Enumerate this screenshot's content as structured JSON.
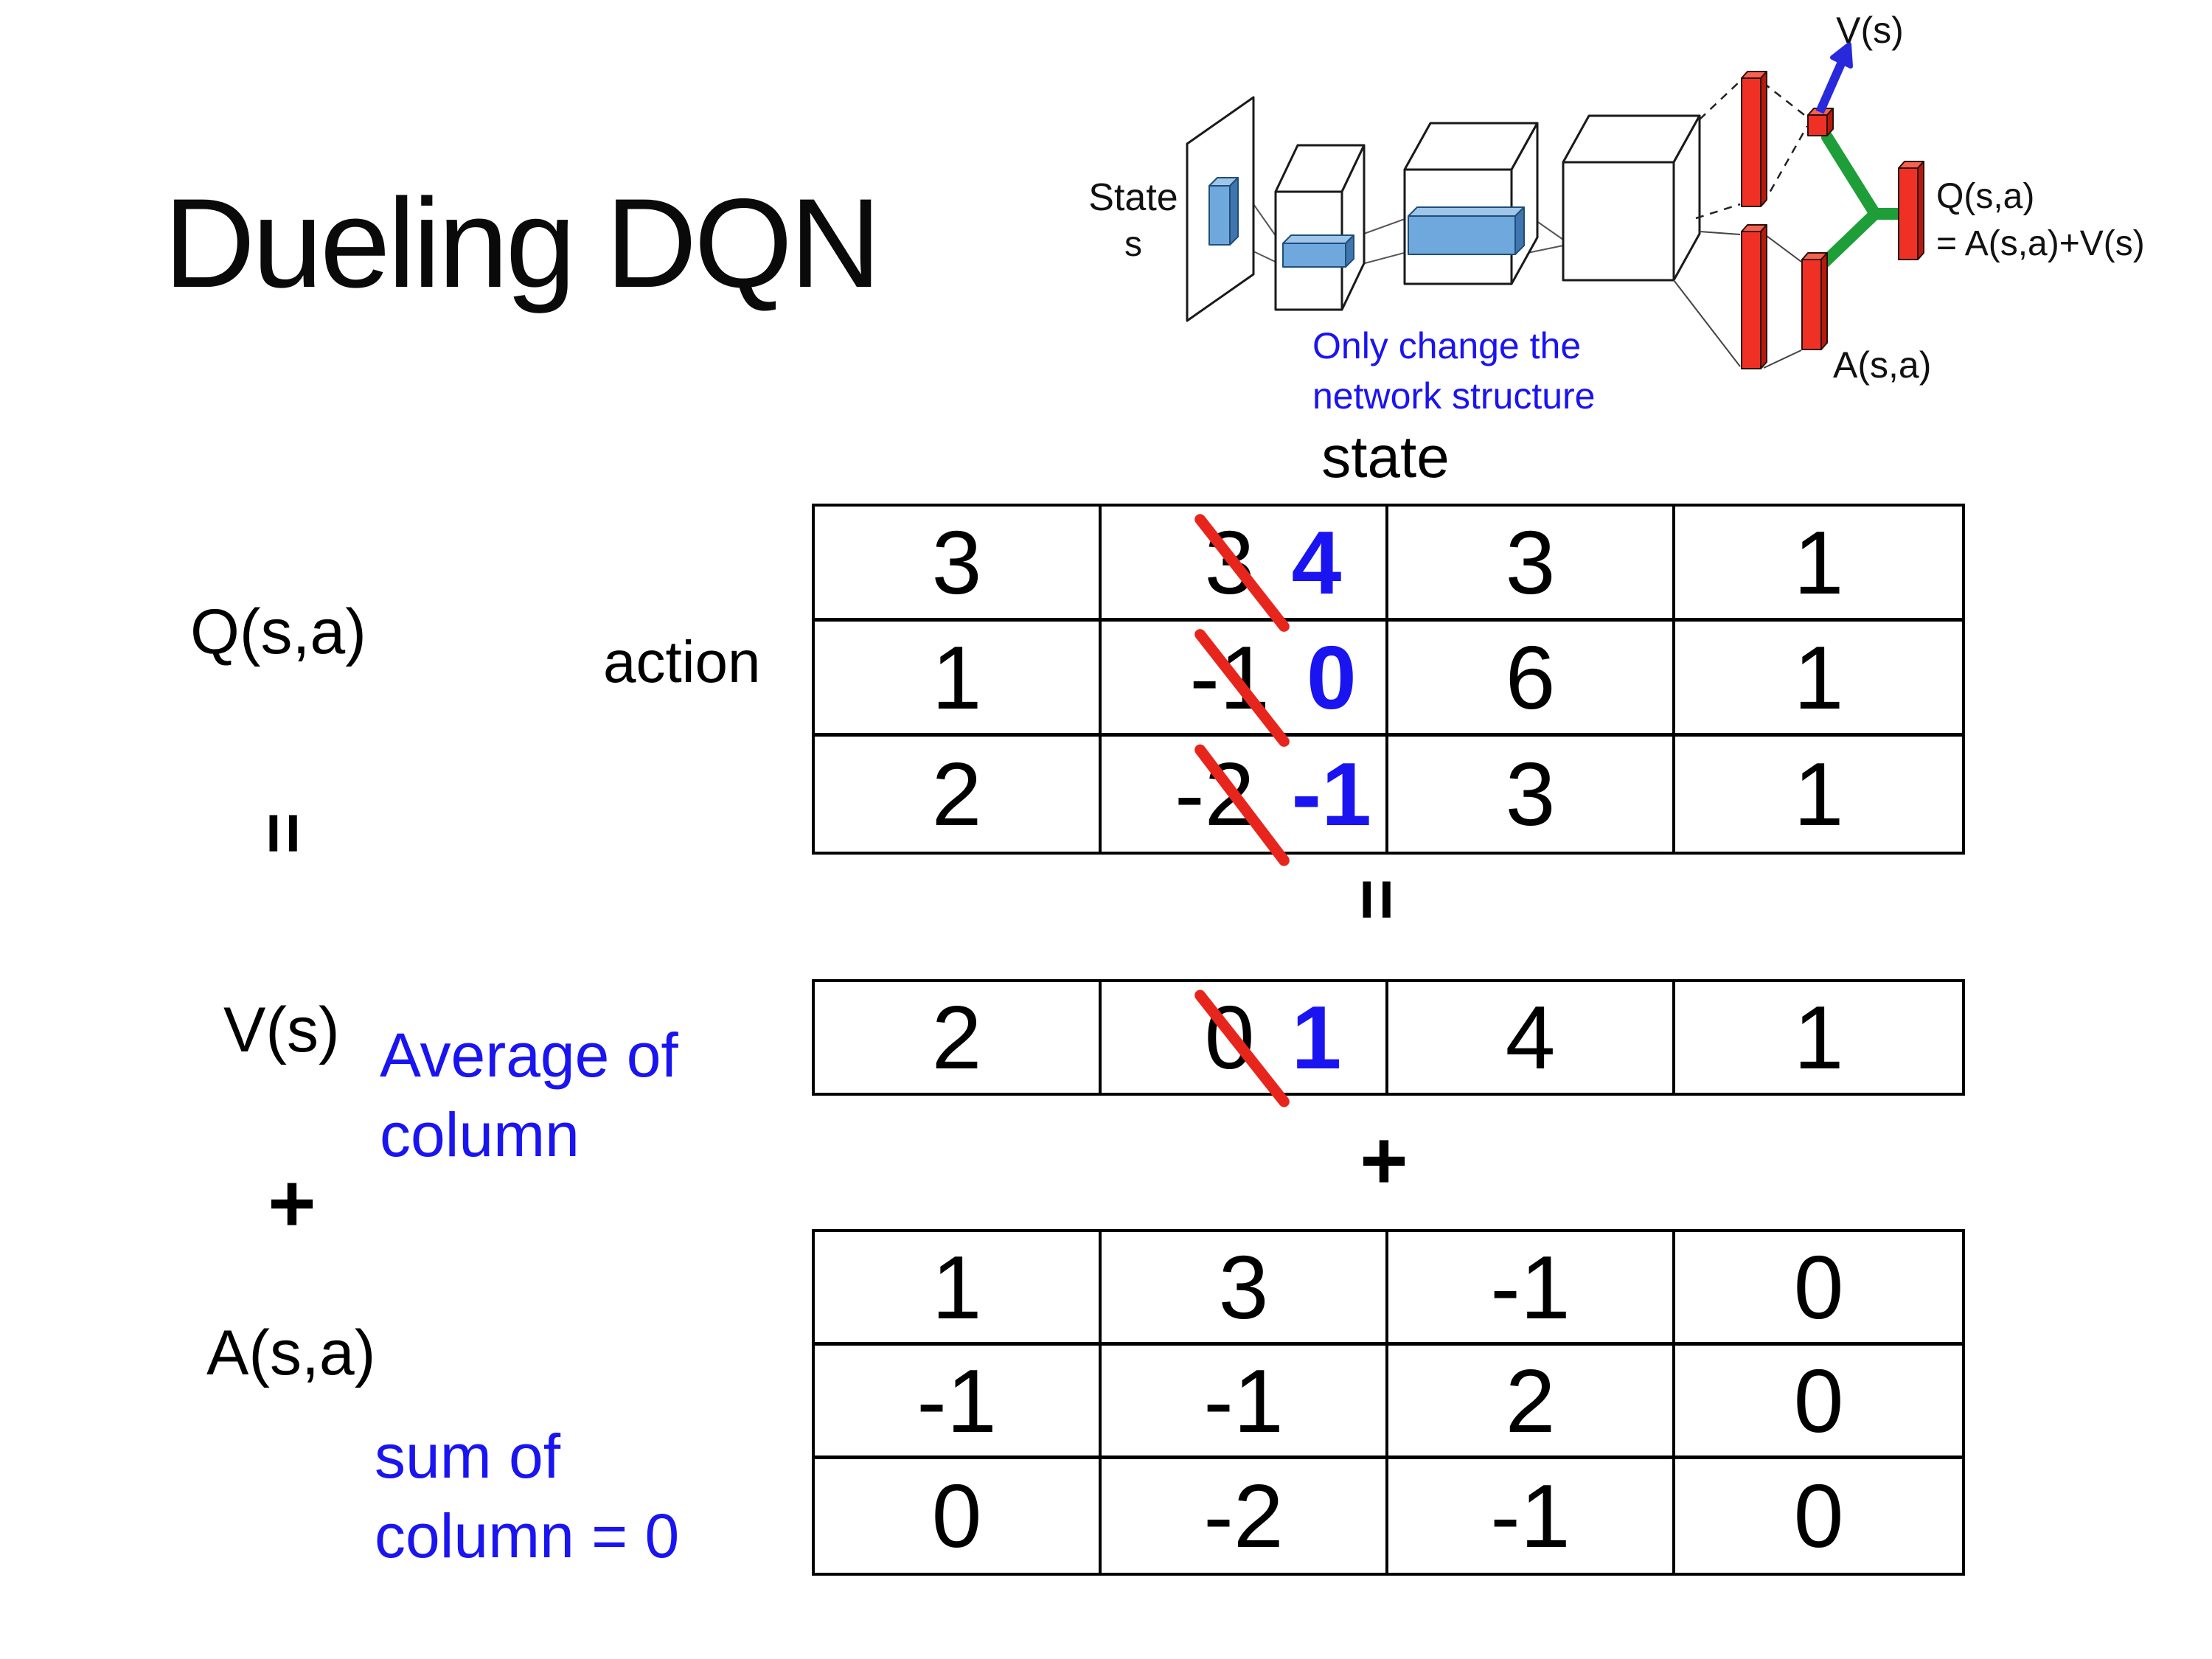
{
  "slide": {
    "title": "Dueling DQN"
  },
  "colors": {
    "blue": "#1a14f0",
    "red": "#e8251c",
    "green": "#1e9e38",
    "bar_red": "#ee3124",
    "slab_blue": "#6fa8dc",
    "arrow_blue": "#2828dc"
  },
  "network": {
    "state_label": "State",
    "state_sub": "s",
    "v_out_label": "V(s)",
    "q_out_label_line1": "Q(s,a)",
    "q_out_label_line2": "= A(s,a)+V(s)",
    "a_out_label": "A(s,a)",
    "note_line1": "Only change the",
    "note_line2": "network structure"
  },
  "decomposition": {
    "state_axis_label": "state",
    "action_axis_label": "action",
    "q_label": "Q(s,a)",
    "v_label": "V(s)",
    "a_label": "A(s,a)",
    "equals_symbol": "=",
    "plus_symbol": "+",
    "avg_note_line1": "Average of",
    "avg_note_line2": "column",
    "sum_note_line1": "sum of",
    "sum_note_line2": "column = 0",
    "q_table": {
      "rows": [
        [
          "3",
          {
            "crossed": "3",
            "replacement": "4"
          },
          "3",
          "1"
        ],
        [
          "1",
          {
            "crossed": "-1",
            "replacement": "0"
          },
          "6",
          "1"
        ],
        [
          "2",
          {
            "crossed": "-2",
            "replacement": "-1"
          },
          "3",
          "1"
        ]
      ]
    },
    "v_table": {
      "rows": [
        [
          "2",
          {
            "crossed": "0",
            "replacement": "1"
          },
          "4",
          "1"
        ]
      ]
    },
    "a_table": {
      "rows": [
        [
          "1",
          "3",
          "-1",
          "0"
        ],
        [
          "-1",
          "-1",
          "2",
          "0"
        ],
        [
          "0",
          "-2",
          "-1",
          "0"
        ]
      ]
    }
  }
}
